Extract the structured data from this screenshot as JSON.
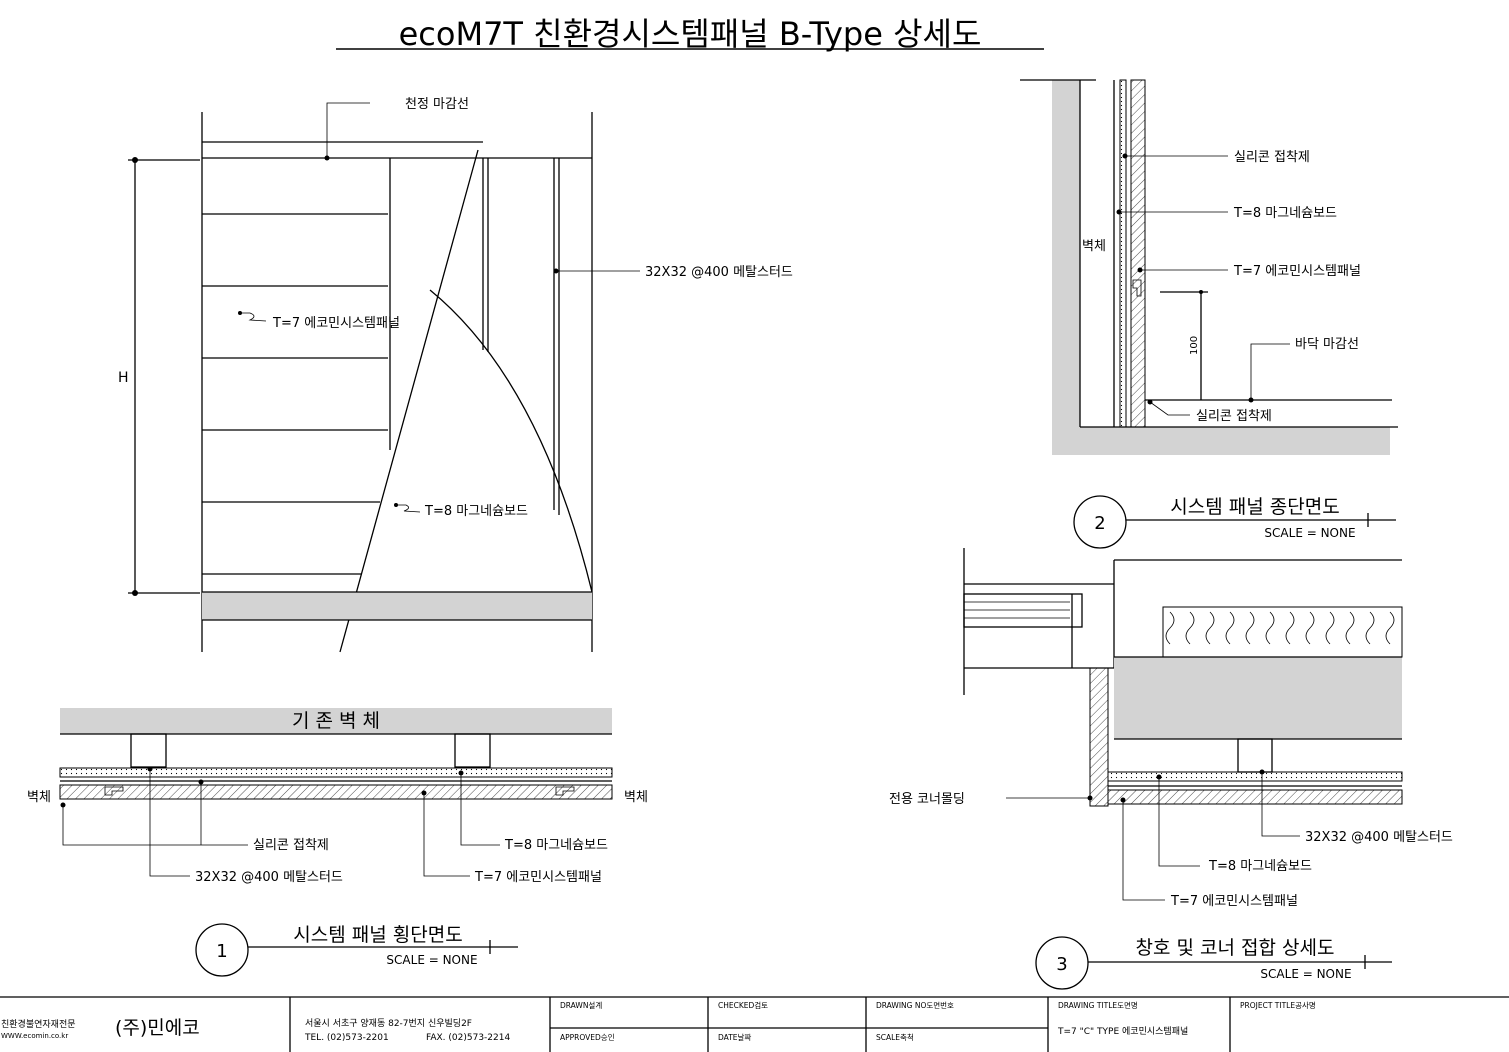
{
  "title": "ecoM7T 친환경시스템패널 B-Type 상세도",
  "elevation": {
    "labels": {
      "ceiling_line": "천정 마감선",
      "stud": "32X32 @400 메탈스터드",
      "panel": "T=7 에코민시스템패널",
      "board": "T=8 마그네슘보드",
      "height": "H"
    }
  },
  "detail1": {
    "number": "1",
    "title": "시스템 패널 횡단면도",
    "scale": "SCALE = NONE",
    "existing_wall": "기 존 벽 체",
    "wall_left": "벽체",
    "wall_right": "벽체",
    "silicone": "실리콘 접착제",
    "stud": "32X32 @400 메탈스터드",
    "board": "T=8 마그네슘보드",
    "panel": "T=7 에코민시스템패널"
  },
  "detail2": {
    "number": "2",
    "title": "시스템 패널 종단면도",
    "scale": "SCALE = NONE",
    "wall": "벽체",
    "silicone_top": "실리콘 접착제",
    "board": "T=8 마그네슘보드",
    "panel": "T=7 에코민시스템패널",
    "dim": "100",
    "floor_line": "바닥 마감선",
    "silicone_bottom": "실리콘 접착제"
  },
  "detail3": {
    "number": "3",
    "title": "창호 및 코너 접합 상세도",
    "scale": "SCALE = NONE",
    "corner": "전용 코너몰딩",
    "stud": "32X32 @400 메탈스터드",
    "board": "T=8 마그네슘보드",
    "panel": "T=7 에코민시스템패널"
  },
  "titleblock": {
    "company_desc": "친환경불연자재전문",
    "website": "WWW.ecomin.co.kr",
    "company": "(주)민에코",
    "address": "서울시 서초구 양재동 82-7번지 신우빌딩2F",
    "tel": "TEL. (02)573-2201",
    "fax": "FAX. (02)573-2214",
    "drawn": "DRAWN설계",
    "approved": "APPROVED승인",
    "checked": "CHECKED검토",
    "date": "DATE날짜",
    "drawing_no": "DRAWING NO도면번호",
    "scale": "SCALE축척",
    "drawing_title_label": "DRAWING TITLE도면명",
    "drawing_title": "T=7 \"C\" TYPE 에코민시스템패널",
    "project_title": "PROJECT TITLE공사명"
  }
}
